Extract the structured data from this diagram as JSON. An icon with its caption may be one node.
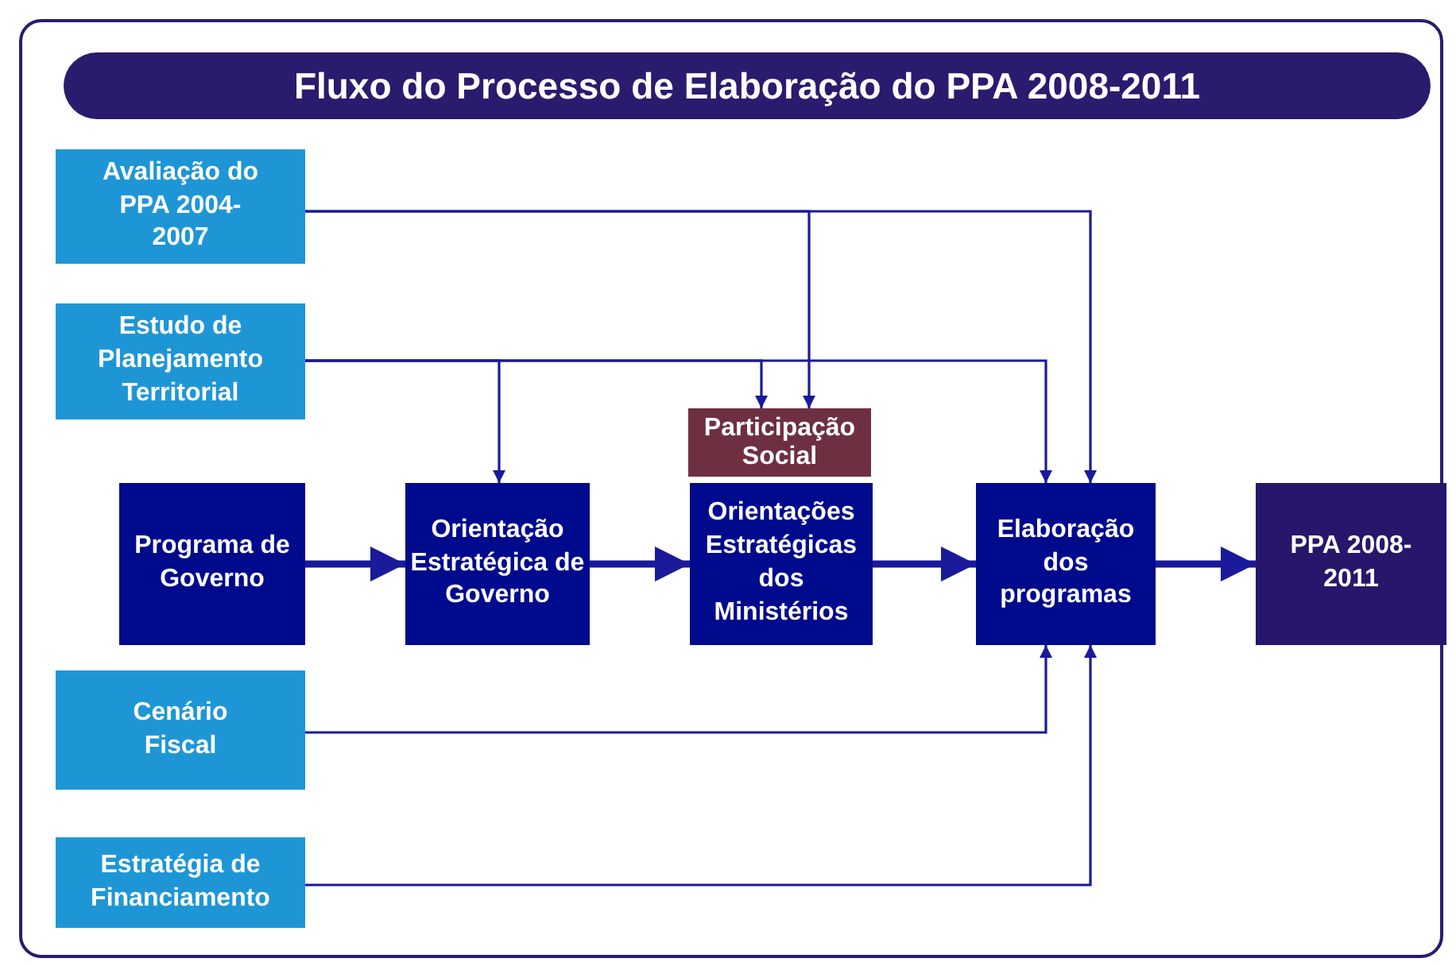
{
  "diagram": {
    "title": "Fluxo do Processo de Elaboração do PPA 2008-2011",
    "nodes": [
      {
        "text": [
          "Avaliação do PPA 2004-2007"
        ]
      },
      {
        "text": [
          "Estudo de Planejamento Territorial"
        ]
      },
      {
        "text": [
          "Participação Social"
        ]
      },
      {
        "text": [
          "Programa de Governo"
        ]
      },
      {
        "text": [
          "Orientação Estratégica de Governo"
        ]
      },
      {
        "text": [
          "Orientações Estratégicas dos Ministérios"
        ]
      },
      {
        "text": [
          "Elaboração dos programas"
        ]
      },
      {
        "text": [
          "PPA 2008-2011"
        ]
      },
      {
        "text": [
          "Cenário Fiscal"
        ]
      },
      {
        "text": [
          "Estratégia de Financiamento"
        ]
      }
    ],
    "edges": [
      {
        "from": 0,
        "to": 2,
        "arrow": "to"
      },
      {
        "from": 0,
        "to": 6,
        "arrow": "to"
      },
      {
        "from": 1,
        "to": 4,
        "arrow": "to"
      },
      {
        "from": 1,
        "to": 2,
        "arrow": "to"
      },
      {
        "from": 1,
        "to": 6,
        "arrow": "to"
      },
      {
        "from": 3,
        "to": 4,
        "arrow": "to",
        "style": "thick"
      },
      {
        "from": 4,
        "to": 5,
        "arrow": "to",
        "style": "thick"
      },
      {
        "from": 5,
        "to": 6,
        "arrow": "to",
        "style": "thick"
      },
      {
        "from": 6,
        "to": 7,
        "arrow": "to",
        "style": "thick"
      },
      {
        "from": 8,
        "to": 6,
        "arrow": "to"
      },
      {
        "from": 9,
        "to": 6,
        "arrow": "to"
      }
    ]
  }
}
